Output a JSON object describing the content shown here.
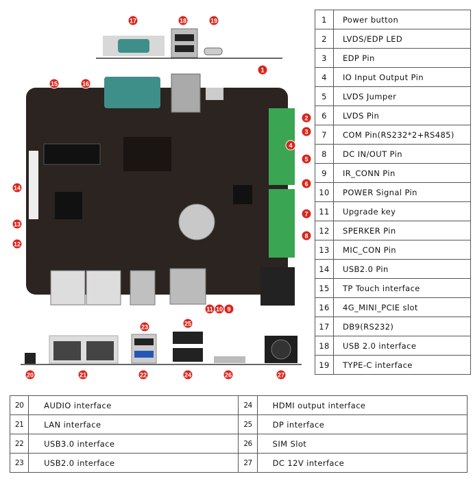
{
  "accent_color": "#d9261c",
  "board_color": "#2b2420",
  "terminal_color": "#3aa552",
  "callouts": [
    "1",
    "2",
    "3",
    "4",
    "5",
    "6",
    "7",
    "8",
    "9",
    "10",
    "11",
    "12",
    "13",
    "14",
    "15",
    "16",
    "17",
    "18",
    "19",
    "20",
    "21",
    "22",
    "23",
    "24",
    "25",
    "26",
    "27"
  ],
  "right_table": [
    {
      "n": "1",
      "label": "Power button"
    },
    {
      "n": "2",
      "label": "LVDS/EDP LED"
    },
    {
      "n": "3",
      "label": "EDP Pin"
    },
    {
      "n": "4",
      "label": "IO Input Output Pin"
    },
    {
      "n": "5",
      "label": "LVDS Jumper"
    },
    {
      "n": "6",
      "label": "LVDS Pin"
    },
    {
      "n": "7",
      "label": "COM Pin(RS232*2+RS485)"
    },
    {
      "n": "8",
      "label": "DC IN/OUT Pin"
    },
    {
      "n": "9",
      "label": "IR_CONN Pin"
    },
    {
      "n": "10",
      "label": "POWER Signal Pin"
    },
    {
      "n": "11",
      "label": "Upgrade key"
    },
    {
      "n": "12",
      "label": "SPERKER Pin"
    },
    {
      "n": "13",
      "label": "MIC_CON Pin"
    },
    {
      "n": "14",
      "label": "USB2.0 Pin"
    },
    {
      "n": "15",
      "label": "TP Touch interface"
    },
    {
      "n": "16",
      "label": "4G_MINI_PCIE slot"
    },
    {
      "n": "17",
      "label": "DB9(RS232)"
    },
    {
      "n": "18",
      "label": "USB 2.0 interface"
    },
    {
      "n": "19",
      "label": "TYPE-C interface"
    }
  ],
  "bottom_table": [
    [
      {
        "n": "20",
        "label": "AUDIO interface"
      },
      {
        "n": "24",
        "label": "HDMI output interface"
      }
    ],
    [
      {
        "n": "21",
        "label": "LAN interface"
      },
      {
        "n": "25",
        "label": "DP interface"
      }
    ],
    [
      {
        "n": "22",
        "label": "USB3.0 interface"
      },
      {
        "n": "26",
        "label": "SIM Slot"
      }
    ],
    [
      {
        "n": "23",
        "label": "USB2.0 interface"
      },
      {
        "n": "27",
        "label": "DC 12V interface"
      }
    ]
  ]
}
